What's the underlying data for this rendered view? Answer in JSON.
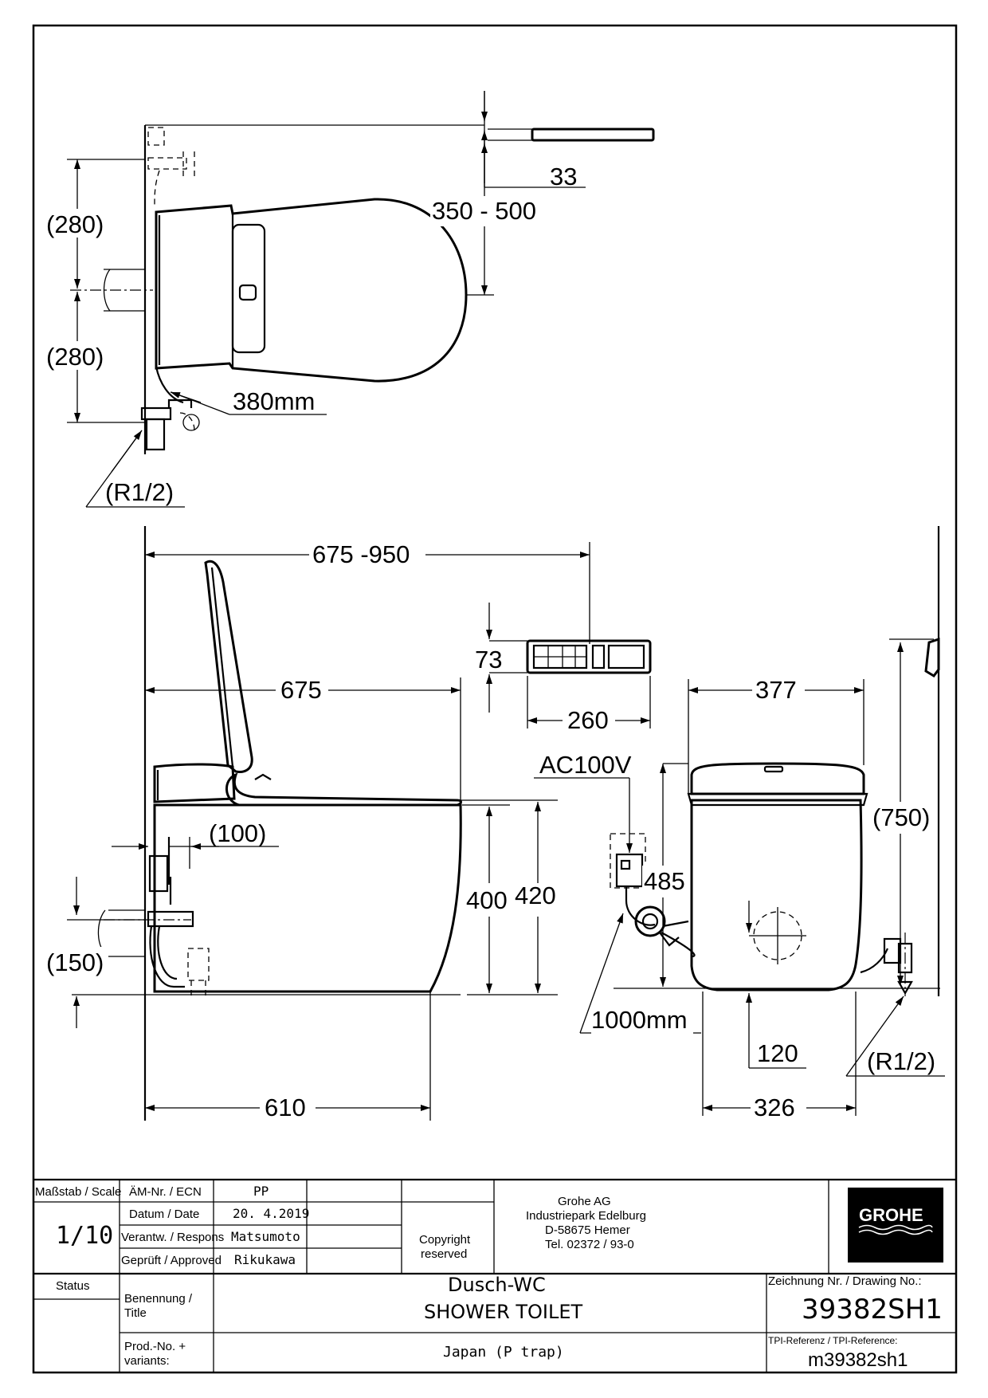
{
  "plan_view": {
    "dims": {
      "seat_thickness": "33",
      "depth_range": "350 - 500",
      "upper_offset": "(280)",
      "lower_offset": "(280)",
      "hose_length": "380mm",
      "thread": "(R1/2)"
    }
  },
  "side_view": {
    "dims": {
      "depth_range": "675 -950",
      "bowl_length": "675",
      "supply_offset": "(100)",
      "rim_height": "400",
      "overall_height": "420",
      "outlet_height": "(150)",
      "base_length": "610",
      "remote_height": "73",
      "remote_width": "260",
      "power": "AC100V"
    }
  },
  "front_view": {
    "dims": {
      "width": "377",
      "socket_height": "485",
      "lid_height": "(750)",
      "cable_length": "1000mm",
      "trap_offset": "120",
      "base_width": "326",
      "thread": "(R1/2)"
    }
  },
  "title_block": {
    "scale_label": "Maßstab / Scale",
    "scale_value": "1/10",
    "ecn_label": "ÄM-Nr. / ECN",
    "ecn_value": "PP",
    "date_label": "Datum / Date",
    "date_value": "20. 4.2019",
    "responsible_label": "Verantw. / Respons",
    "responsible_value": "Matsumoto",
    "approved_label": "Geprüft / Approved",
    "approved_value": "Rikukawa",
    "copyright": [
      "Copyright",
      "reserved"
    ],
    "company": [
      "Grohe AG",
      "Industriepark Edelburg",
      "D-58675 Hemer",
      "Tel. 02372 / 93-0"
    ],
    "logo_text": "GROHE",
    "status_label": "Status",
    "title_label": [
      "Benennung /",
      "Title"
    ],
    "title_value": [
      "Dusch-WC",
      "SHOWER TOILET"
    ],
    "prod_label": [
      "Prod.-No. +",
      "variants:"
    ],
    "prod_value": "Japan (P trap)",
    "drawing_no_label": "Zeichnung Nr. / Drawing No.:",
    "drawing_no_value": "39382SH1",
    "tpi_label": "TPI-Referenz / TPI-Reference:",
    "tpi_value": "m39382sh1"
  }
}
